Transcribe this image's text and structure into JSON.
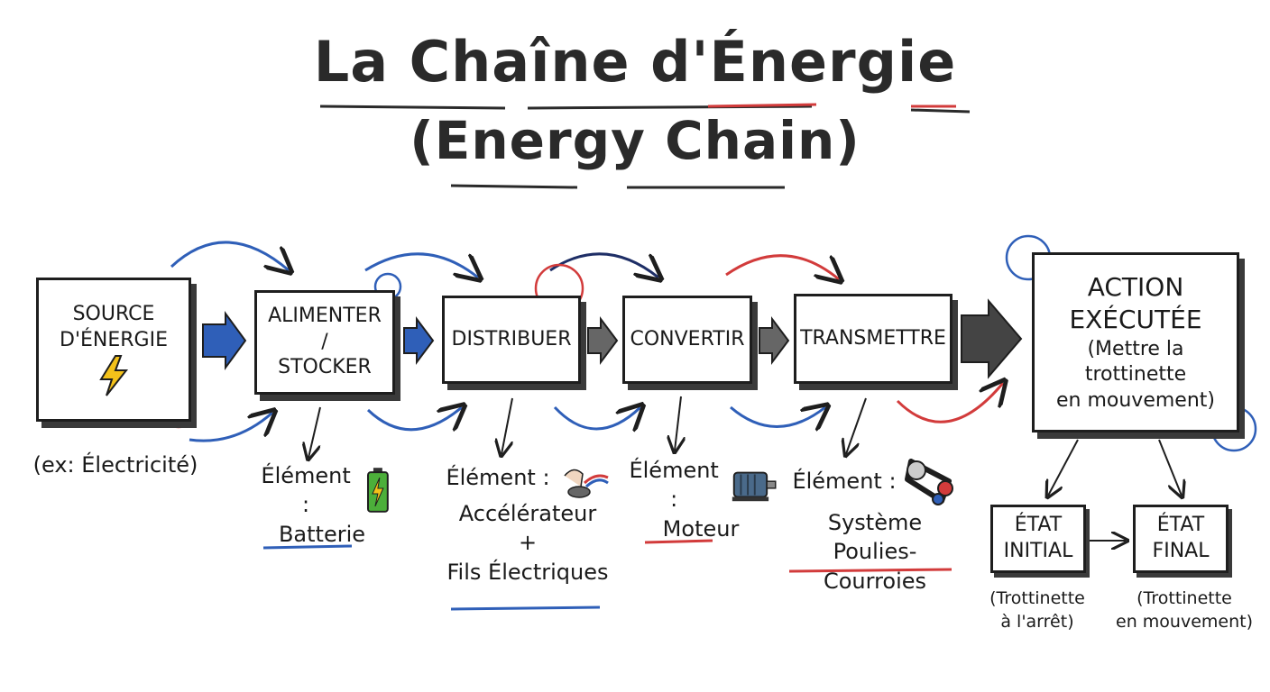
{
  "title": {
    "line1": "La Chaîne d'Énergie",
    "line2": "(Energy Chain)"
  },
  "steps": [
    {
      "label_l1": "SOURCE",
      "label_l2": "D'ÉNERGIE",
      "icon": "lightning-icon"
    },
    {
      "label_l1": "ALIMENTER",
      "label_l2": "/",
      "label_l3": "STOCKER"
    },
    {
      "label_l1": "DISTRIBUER"
    },
    {
      "label_l1": "CONVERTIR"
    },
    {
      "label_l1": "TRANSMETTRE"
    },
    {
      "label_l1": "ACTION",
      "label_l2": "EXÉCUTÉE",
      "label_l3": "(Mettre la trottinette",
      "label_l4": "en mouvement)"
    }
  ],
  "source_example": "(ex: Électricité)",
  "elements": [
    {
      "prefix": "Élément :",
      "name": "Batterie",
      "icon": "battery-icon"
    },
    {
      "prefix": "Élément :",
      "name_l1": "Accélérateur",
      "name_l2": "+",
      "name_l3": "Fils Électriques",
      "icon": "throttle-icon"
    },
    {
      "prefix": "Élément :",
      "name": "Moteur",
      "icon": "motor-icon"
    },
    {
      "prefix": "Élément :",
      "name_l1": "Système",
      "name_l2": "Poulies-Courroies",
      "icon": "pulley-belt-icon"
    }
  ],
  "states": {
    "initial": {
      "l1": "ÉTAT",
      "l2": "INITIAL",
      "desc_l1": "(Trottinette",
      "desc_l2": "à l'arrêt)"
    },
    "final": {
      "l1": "ÉTAT",
      "l2": "FINAL",
      "desc_l1": "(Trottinette",
      "desc_l2": "en mouvement)"
    }
  },
  "colors": {
    "blue": "#2f5fb8",
    "red": "#d23b3b",
    "gray": "#555555",
    "ink": "#1e1e1e",
    "green": "#4caf3a",
    "yellow": "#f4c21a"
  }
}
